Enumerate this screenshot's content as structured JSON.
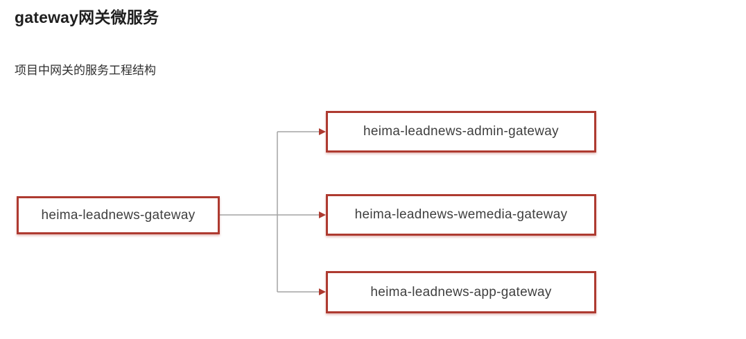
{
  "page": {
    "title": "gateway网关微服务",
    "subtitle": "项目中网关的服务工程结构"
  },
  "diagram": {
    "root_node": {
      "label": "heima-leadnews-gateway"
    },
    "child_nodes": [
      {
        "label": "heima-leadnews-admin-gateway"
      },
      {
        "label": "heima-leadnews-wemedia-gateway"
      },
      {
        "label": "heima-leadnews-app-gateway"
      }
    ],
    "connections": [
      {
        "from": "heima-leadnews-gateway",
        "to": "heima-leadnews-admin-gateway"
      },
      {
        "from": "heima-leadnews-gateway",
        "to": "heima-leadnews-wemedia-gateway"
      },
      {
        "from": "heima-leadnews-gateway",
        "to": "heima-leadnews-app-gateway"
      }
    ]
  },
  "colors": {
    "background": "#ffffff",
    "box_border": "#ae3a30",
    "arrowhead": "#ae3a30",
    "connector_line": "#a3a3a3",
    "title_text": "#1f1f1f",
    "body_text": "#3f3f3f"
  }
}
